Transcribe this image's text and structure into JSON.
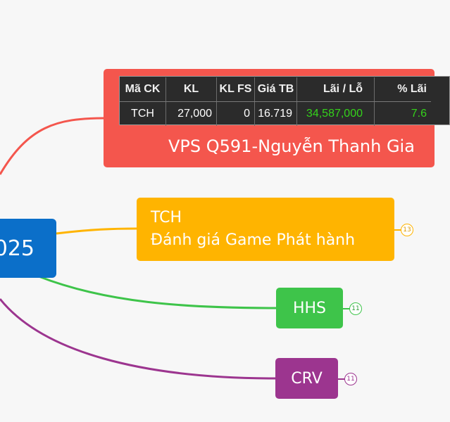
{
  "root": {
    "label": "025",
    "color": "#0b6fc9"
  },
  "vps": {
    "color": "#f4564d",
    "label": "VPS Q591-Nguyễn Thanh Gia",
    "table": {
      "headers": [
        "Mã CK",
        "KL",
        "KL FS",
        "Giá TB",
        "Lãi / Lỗ",
        "% Lãi"
      ],
      "row": [
        "TCH",
        "27,000",
        "0",
        "16.719",
        "34,587,000",
        "7.6"
      ],
      "profit_color": "#34d21b"
    }
  },
  "tch": {
    "line1": "TCH",
    "line2": "Đánh giá Game Phát hành",
    "count": "13",
    "color": "#ffb400"
  },
  "hhs": {
    "label": "HHS",
    "count": "11",
    "color": "#3ec44a"
  },
  "crv": {
    "label": "CRV",
    "count": "11",
    "color": "#9c358f"
  }
}
